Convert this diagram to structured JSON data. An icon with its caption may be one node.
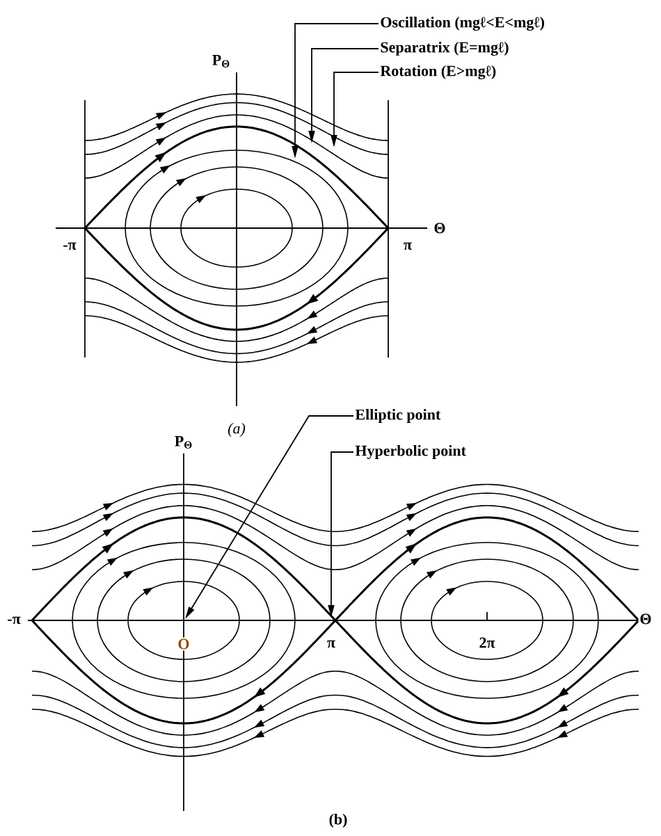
{
  "diagram": {
    "nodes": [
      {
        "text": [
          "Oscillation (mgℓ<E<mgℓ)"
        ]
      },
      {
        "text": [
          "Separatrix (E=mgℓ)"
        ]
      },
      {
        "text": [
          "Rotation (E>mgℓ)"
        ]
      },
      {
        "text": [
          "Elliptic point"
        ]
      },
      {
        "text": [
          "Hyperbolic point"
        ]
      }
    ],
    "edges": [
      {
        "from": 0,
        "to": null,
        "arrow": "to"
      },
      {
        "from": 1,
        "to": null,
        "arrow": "to"
      },
      {
        "from": 2,
        "to": null,
        "arrow": "to"
      },
      {
        "from": 3,
        "to": null,
        "arrow": "to"
      },
      {
        "from": 4,
        "to": null,
        "arrow": "to"
      }
    ],
    "labels": [
      "P$_{Θ}$",
      "Θ",
      "-π",
      "π",
      "(a)",
      "P$_{Θ}$",
      "-π",
      "O",
      "π",
      "2π",
      "Θ",
      "(b)"
    ]
  }
}
